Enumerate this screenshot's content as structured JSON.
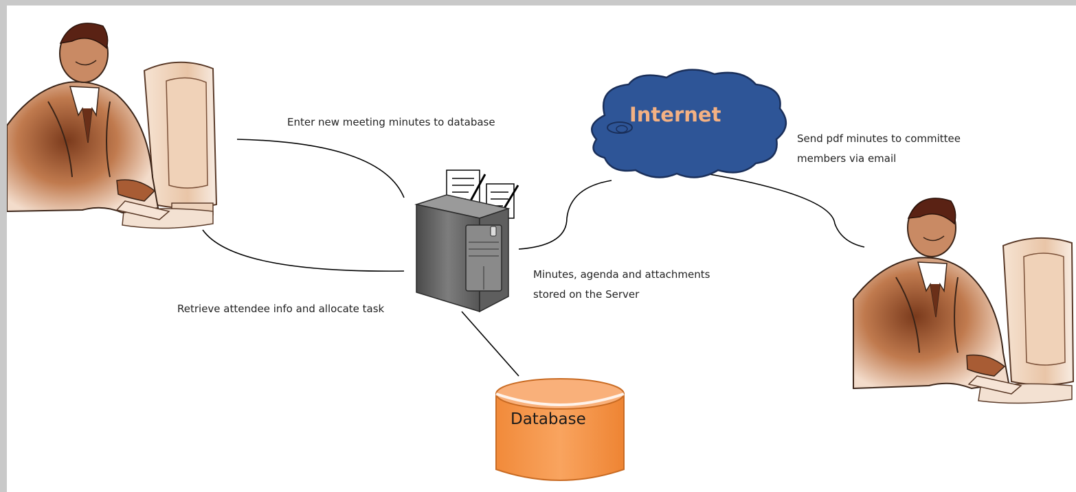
{
  "labels": {
    "enter_minutes": "Enter new meeting minutes to database",
    "retrieve_info": "Retrieve attendee info and allocate task",
    "minutes_stored_line1": "Minutes, agenda and attachments",
    "minutes_stored_line2": "stored on the Server",
    "send_pdf_line1": "Send pdf minutes to committee",
    "send_pdf_line2": "members via email",
    "internet": "Internet",
    "database": "Database"
  },
  "colors": {
    "frame": "#c9c9c9",
    "cloud_fill": "#2e5597",
    "cloud_text": "#f4b183",
    "database_fill": "#f79646",
    "server_fill": "#6b6b6b",
    "person_skin": "#b5653a",
    "connector": "#000000"
  },
  "icons": {
    "left_user": "person-at-computer-icon",
    "right_user": "person-at-computer-icon",
    "server": "server-tower-icon",
    "documents": "document-icon",
    "cloud": "cloud-icon",
    "database": "database-cylinder-icon"
  }
}
